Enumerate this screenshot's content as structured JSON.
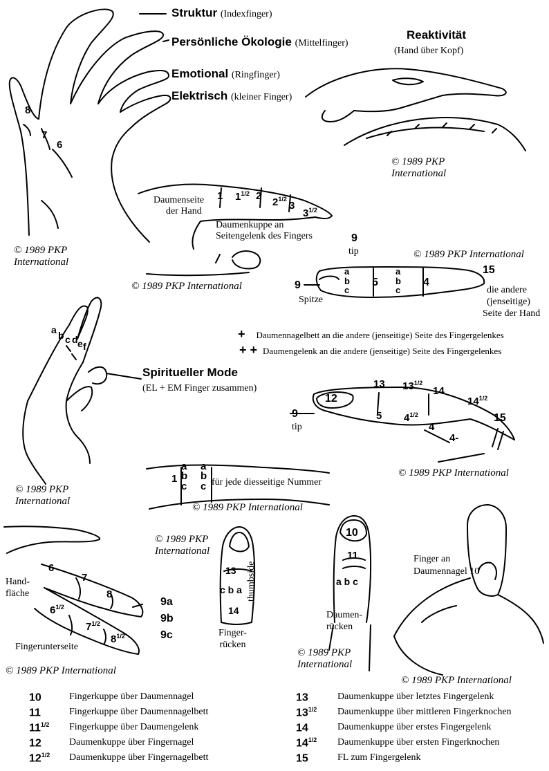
{
  "hand_fingers": {
    "struktur": {
      "title": "Struktur",
      "sub": "(Indexfinger)"
    },
    "oekologie": {
      "title": "Persönliche Ökologie",
      "sub": "(Mittelfinger)"
    },
    "emotional": {
      "title": "Emotional",
      "sub": "(Ringfinger)"
    },
    "elektrisch": {
      "title": "Elektrisch",
      "sub": "(kleiner Finger)"
    },
    "points": {
      "p8": "8",
      "p7": "7",
      "p6": "6"
    },
    "copyright": [
      "© 1989 PKP",
      "International"
    ]
  },
  "reaktivitaet": {
    "title": "Reaktivität",
    "sub": "(Hand über Kopf)",
    "copyright": [
      "© 1989 PKP",
      "International"
    ]
  },
  "thumb_side": {
    "label": [
      "Daumenseite",
      "der Hand"
    ],
    "n1": "1",
    "n1h": "1",
    "n2": "2",
    "n2h": "2",
    "n3": "3",
    "n3h": "3",
    "half": "1/2",
    "caption": [
      "Daumenkuppe an",
      "Seitengelenk des Fingers"
    ],
    "n9": "9",
    "tip": "tip",
    "copyright": "© 1989 PKP  International"
  },
  "finger_side": {
    "copyright": "© 1989 PKP  International",
    "n9": "9",
    "spitze": "Spitze",
    "a": "a",
    "b": "b",
    "c": "c",
    "n5": "5",
    "n4": "4",
    "n15": "15",
    "other_side": [
      "die andere",
      "(jenseitige)",
      "Seite der Hand"
    ]
  },
  "notes": {
    "plus1": "+",
    "plus1_text": "Daumennagelbett an  die andere (jenseitige) Seite des Fingergelenkes",
    "plus2": "+ +",
    "plus2_text": "Daumengelenk an  die andere (jenseitige) Seite des Fingergelenkes"
  },
  "spiritual": {
    "letters": [
      "a",
      "b",
      "c",
      "d",
      "e",
      "f"
    ],
    "title": "Spiritueller Mode",
    "sub": "(EL + EM Finger zusammen)",
    "copyright": [
      "© 1989 PKP",
      "International"
    ]
  },
  "finger_top": {
    "n13": "13",
    "n13h": "13",
    "n14": "14",
    "n14h": "14",
    "half": "1/2",
    "n12": "12",
    "n9": "9",
    "tip": "tip",
    "n5": "5",
    "n4h": "4",
    "n4": "4",
    "n4m": "4-",
    "n15": "15",
    "copyright": "© 1989 PKP  International"
  },
  "abc_strip": {
    "a": "a",
    "b": "b",
    "c": "c",
    "n1": "1",
    "text": "für jede diesseitige Nummer",
    "copyright": "© 1989 PKP  International"
  },
  "underside": {
    "hand": [
      "Hand-",
      "fläche"
    ],
    "n6": "6",
    "n7": "7",
    "n8": "8",
    "n6h": "6",
    "n7h": "7",
    "n8h": "8",
    "half": "1/2",
    "n9a": "9a",
    "n9b": "9b",
    "n9c": "9c",
    "label": "Fingerunterseite",
    "copyright": "© 1989 PKP  International"
  },
  "finger_back": {
    "copyright": [
      "© 1989 PKP",
      "International"
    ],
    "n13": "13",
    "cba": "c b a",
    "n14": "14",
    "thumbside": "thumbside",
    "label": [
      "Finger-",
      "rücken"
    ]
  },
  "thumb_back": {
    "n10": "10",
    "n11": "11",
    "abc": "a b c",
    "label": [
      "Daumen-",
      "rücken"
    ],
    "copyright": [
      "© 1989 PKP",
      "International"
    ]
  },
  "finger_nail": {
    "label": [
      "Finger an",
      "Daumennagel 10"
    ],
    "copyright": "© 1989 PKP  International"
  },
  "legend": {
    "left": [
      {
        "code": "10",
        "sup": "",
        "text": "Fingerkuppe über Daumennagel"
      },
      {
        "code": "11",
        "sup": "",
        "text": "Fingerkuppe über Daumennagelbett"
      },
      {
        "code": "11",
        "sup": "1/2",
        "text": "Fingerkuppe über Daumengelenk"
      },
      {
        "code": "12",
        "sup": "",
        "text": "Daumenkuppe über Fingernagel"
      },
      {
        "code": "12",
        "sup": "1/2",
        "text": "Daumenkuppe über Fingernagelbett"
      }
    ],
    "right": [
      {
        "code": "13",
        "sup": "",
        "text": "Daumenkuppe über letztes Fingergelenk"
      },
      {
        "code": "13",
        "sup": "1/2",
        "text": "Daumenkuppe über mittleren Fingerknochen"
      },
      {
        "code": "14",
        "sup": "",
        "text": "Daumenkuppe über erstes Fingergelenk"
      },
      {
        "code": "14",
        "sup": "1/2",
        "text": "Daumenkuppe über ersten Fingerknochen"
      },
      {
        "code": "15",
        "sup": "",
        "text": "FL zum Fingergelenk"
      }
    ]
  }
}
